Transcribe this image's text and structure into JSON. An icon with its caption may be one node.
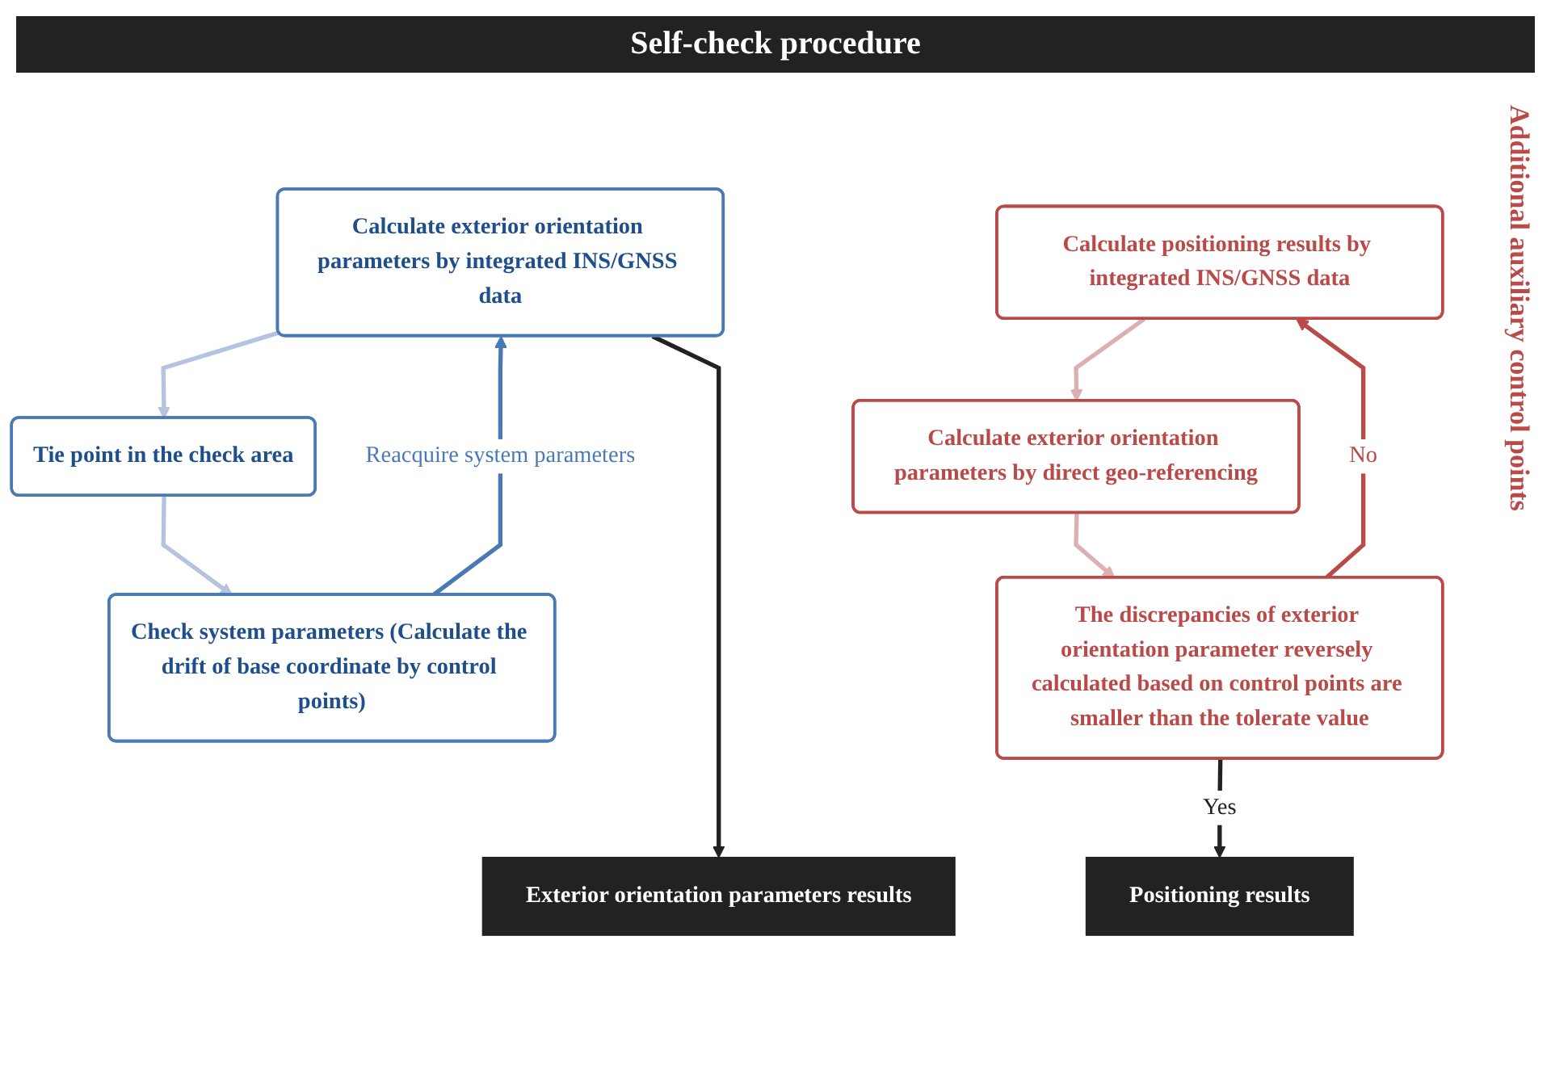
{
  "diagram": {
    "title": "Self-check procedure",
    "nodes": [
      {
        "text": [
          "Calculate exterior orientation parameters by integrated INS/GNSS data"
        ]
      },
      {
        "text": [
          "Tie point in the check area"
        ]
      },
      {
        "text": [
          "Check system parameters (Calculate the drift of base coordinate by control points)"
        ]
      },
      {
        "text": [
          "Exterior orientation parameters results"
        ]
      },
      {
        "text": [
          "Calculate positioning results by integrated INS/GNSS data"
        ]
      },
      {
        "text": [
          "Calculate exterior orientation parameters by direct geo-referencing"
        ]
      },
      {
        "text": [
          "The discrepancies of exterior orientation parameter reversely calculated based on control points are smaller than the tolerate value"
        ]
      },
      {
        "text": [
          "Positioning results"
        ]
      }
    ],
    "edges": [
      {
        "from": 0,
        "to": 1,
        "arrow": "to",
        "color": "#b4c3df"
      },
      {
        "from": 1,
        "to": 2,
        "arrow": "to",
        "color": "#b4c3df"
      },
      {
        "from": 2,
        "to": 0,
        "arrow": "to",
        "label": "Reacquire system parameters",
        "color": "#4a7ab5"
      },
      {
        "from": 0,
        "to": 3,
        "arrow": "to",
        "color": "#222222"
      },
      {
        "from": 4,
        "to": 5,
        "arrow": "to",
        "color": "#dcb0b0"
      },
      {
        "from": 5,
        "to": 6,
        "arrow": "to",
        "color": "#dcb0b0"
      },
      {
        "from": 6,
        "to": 4,
        "arrow": "to",
        "label": "No",
        "color": "#b94a48"
      },
      {
        "from": 6,
        "to": 7,
        "arrow": "to",
        "label": "Yes",
        "color": "#222222"
      }
    ],
    "labels": [
      "Additional auxiliary control points"
    ]
  }
}
